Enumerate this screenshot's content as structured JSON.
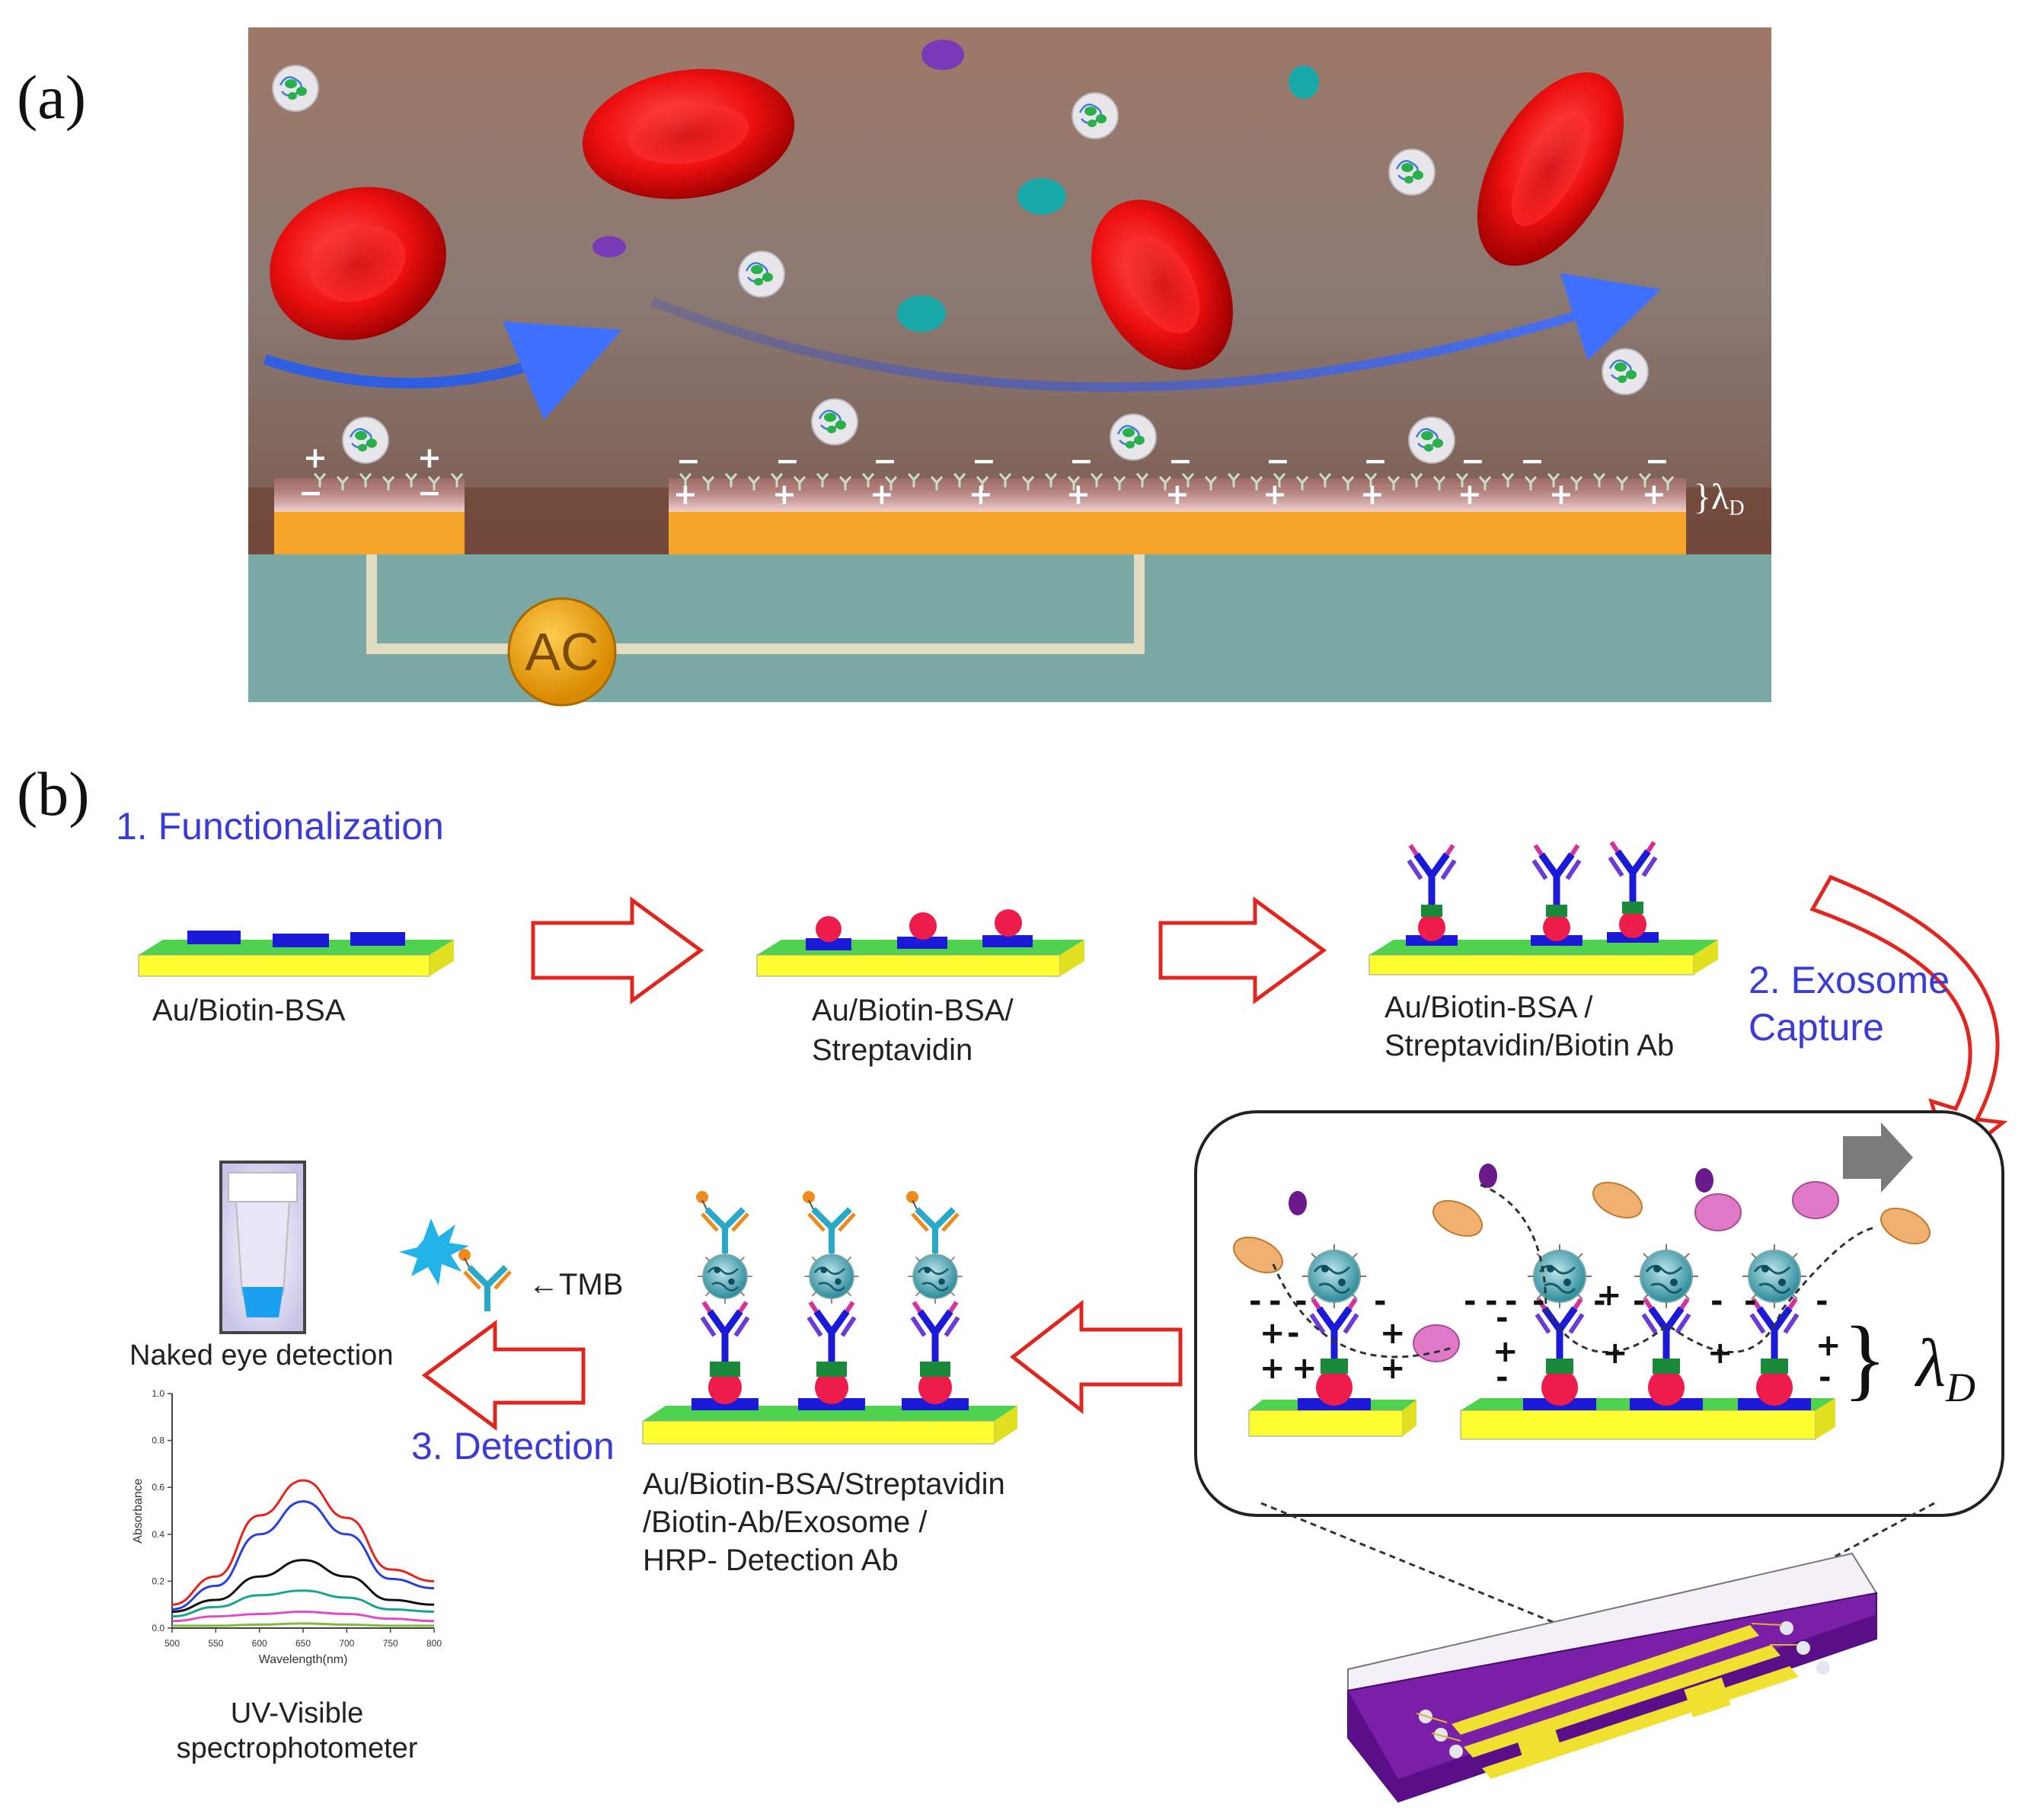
{
  "panel_a": {
    "label": "(a)",
    "ac_label": "AC",
    "debye_label": "}λ",
    "debye_sub": "D"
  },
  "panel_b": {
    "label": "(b)",
    "step1": "1. Functionalization",
    "step2_line1": "2. Exosome",
    "step2_line2": "Capture",
    "step3": "3. Detection",
    "chip1_label": "Au/Biotin-BSA",
    "chip2_label_line1": "Au/Biotin-BSA/",
    "chip2_label_line2": "Streptavidin",
    "chip3_label_line1": "Au/Biotin-BSA /",
    "chip3_label_line2": "Streptavidin/Biotin Ab",
    "chip4_label_line1": "Au/Biotin-BSA/Streptavidin",
    "chip4_label_line2": "/Biotin-Ab/Exosome /",
    "chip4_label_line3": "HRP- Detection Ab",
    "tmb_label": "←TMB",
    "naked_eye_label": "Naked eye detection",
    "uv_label_line1": "UV-Visible",
    "uv_label_line2": "spectrophotometer",
    "debye_label": "λ",
    "debye_sub": "D"
  },
  "colors": {
    "gold": "#f5a52a",
    "electrode_yellow": "#ffff30",
    "streptavidin_red": "#ee1c4a",
    "bsa_blue": "#1a1ad8",
    "chip_purple": "#7a1fa8",
    "arrow_red": "#e0261f",
    "step_blue": "#3b3bd6",
    "flow_arrow": "#2f5fe0",
    "substrate_teal": "#7aa8a4"
  },
  "chart_data": {
    "type": "line",
    "title": "",
    "xlabel": "Wavelength(nm)",
    "ylabel": "Absorbance",
    "xlim": [
      500,
      800
    ],
    "ylim": [
      0.0,
      1.0
    ],
    "x_ticks": [
      500,
      550,
      600,
      650,
      700,
      750,
      800
    ],
    "y_ticks": [
      "0.0",
      "0.2",
      "0.4",
      "0.6",
      "0.8",
      "1.0"
    ],
    "grid": false,
    "series": [
      {
        "color": "#e8231c",
        "x": [
          500,
          550,
          600,
          650,
          700,
          750,
          800
        ],
        "values": [
          0.1,
          0.22,
          0.48,
          0.63,
          0.47,
          0.25,
          0.2
        ]
      },
      {
        "color": "#2a3fe0",
        "x": [
          500,
          550,
          600,
          650,
          700,
          750,
          800
        ],
        "values": [
          0.08,
          0.18,
          0.4,
          0.54,
          0.4,
          0.21,
          0.17
        ]
      },
      {
        "color": "#111111",
        "x": [
          500,
          550,
          600,
          650,
          700,
          750,
          800
        ],
        "values": [
          0.07,
          0.12,
          0.22,
          0.29,
          0.22,
          0.12,
          0.1
        ]
      },
      {
        "color": "#17a58c",
        "x": [
          500,
          550,
          600,
          650,
          700,
          750,
          800
        ],
        "values": [
          0.05,
          0.09,
          0.14,
          0.16,
          0.13,
          0.08,
          0.07
        ]
      },
      {
        "color": "#e24ac6",
        "x": [
          500,
          550,
          600,
          650,
          700,
          750,
          800
        ],
        "values": [
          0.03,
          0.05,
          0.06,
          0.07,
          0.06,
          0.04,
          0.03
        ]
      },
      {
        "color": "#7fbd3a",
        "x": [
          500,
          550,
          600,
          650,
          700,
          750,
          800
        ],
        "values": [
          0.01,
          0.01,
          0.015,
          0.02,
          0.015,
          0.01,
          0.01
        ]
      }
    ]
  }
}
